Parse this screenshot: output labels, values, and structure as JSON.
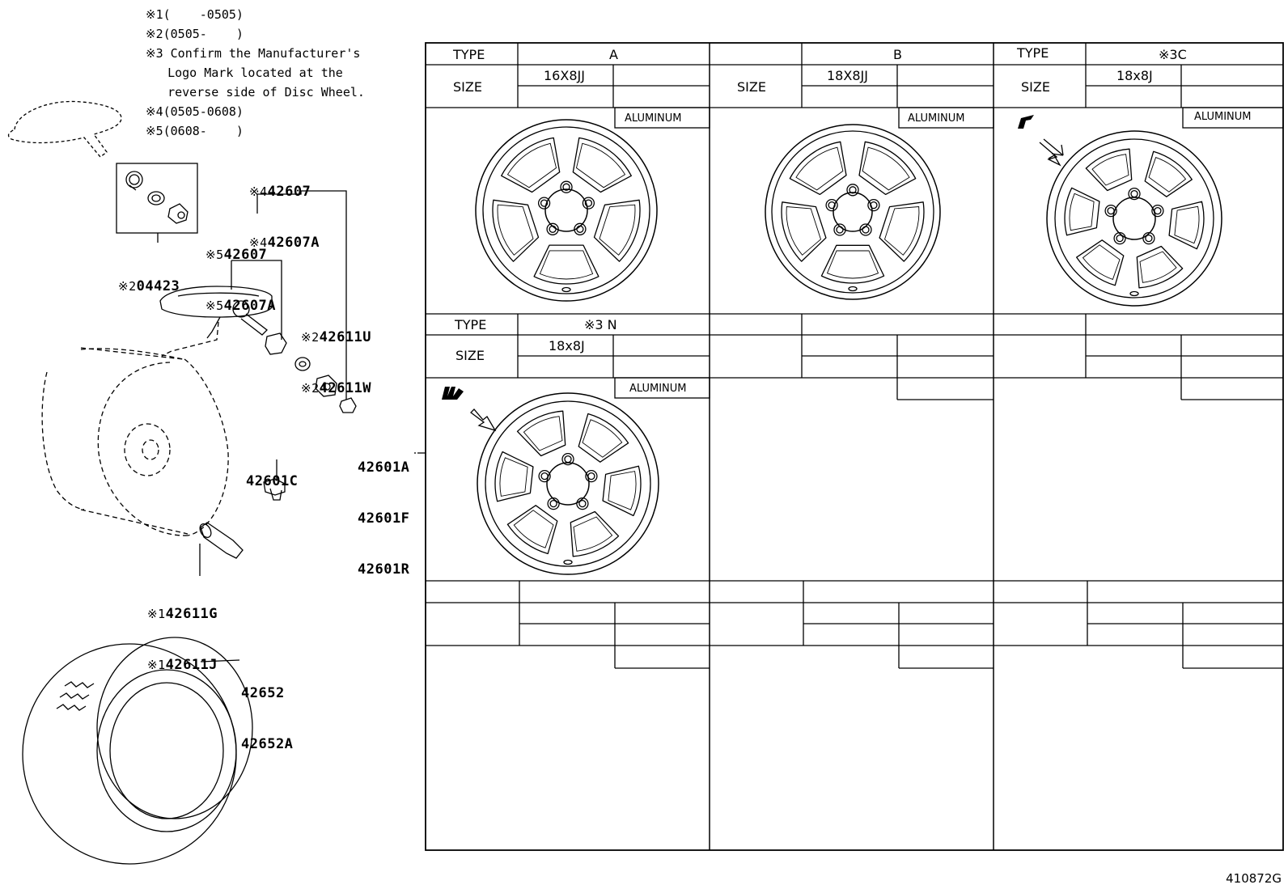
{
  "notes": [
    "※1(    -0505)",
    "※2(0505-    )",
    "※3 Confirm the Manufacturer's",
    "   Logo Mark located at the",
    "   reverse side of Disc Wheel.",
    "※4(0505-0608)",
    "※5(0608-    )"
  ],
  "parts": {
    "p42607": {
      "mark1": "※4",
      "code1": "42607",
      "mark2": "※4",
      "code2": "42607A"
    },
    "p42607_5": {
      "mark1": "※5",
      "code1": "42607",
      "mark2": "※5",
      "code2": "42607A"
    },
    "p04423": {
      "mark1": "※2",
      "code1": "04423"
    },
    "p42611u": {
      "mark1": "※2",
      "code1": "42611U",
      "mark2": "※2",
      "code2": "42611W"
    },
    "p42601": {
      "code1": "42601A",
      "code2": "42601F",
      "code3": "42601R"
    },
    "p42601c": {
      "code1": "42601C"
    },
    "p42611g": {
      "mark1": "※1",
      "code1": "42611G",
      "mark2": "※1",
      "code2": "42611J"
    },
    "p42652": {
      "code1": "42652",
      "code2": "42652A"
    }
  },
  "table": {
    "type_label": "TYPE",
    "size_label": "SIZE",
    "material": "ALUMINUM",
    "col_a": {
      "type": "A",
      "size": "16X8JJ"
    },
    "col_b": {
      "type": "B",
      "size": "18X8JJ"
    },
    "col_c": {
      "type": "※3C",
      "size": "18x8J"
    },
    "col_n": {
      "type": "※3 N",
      "size": "18x8J"
    }
  },
  "diagram_code": "410872G"
}
